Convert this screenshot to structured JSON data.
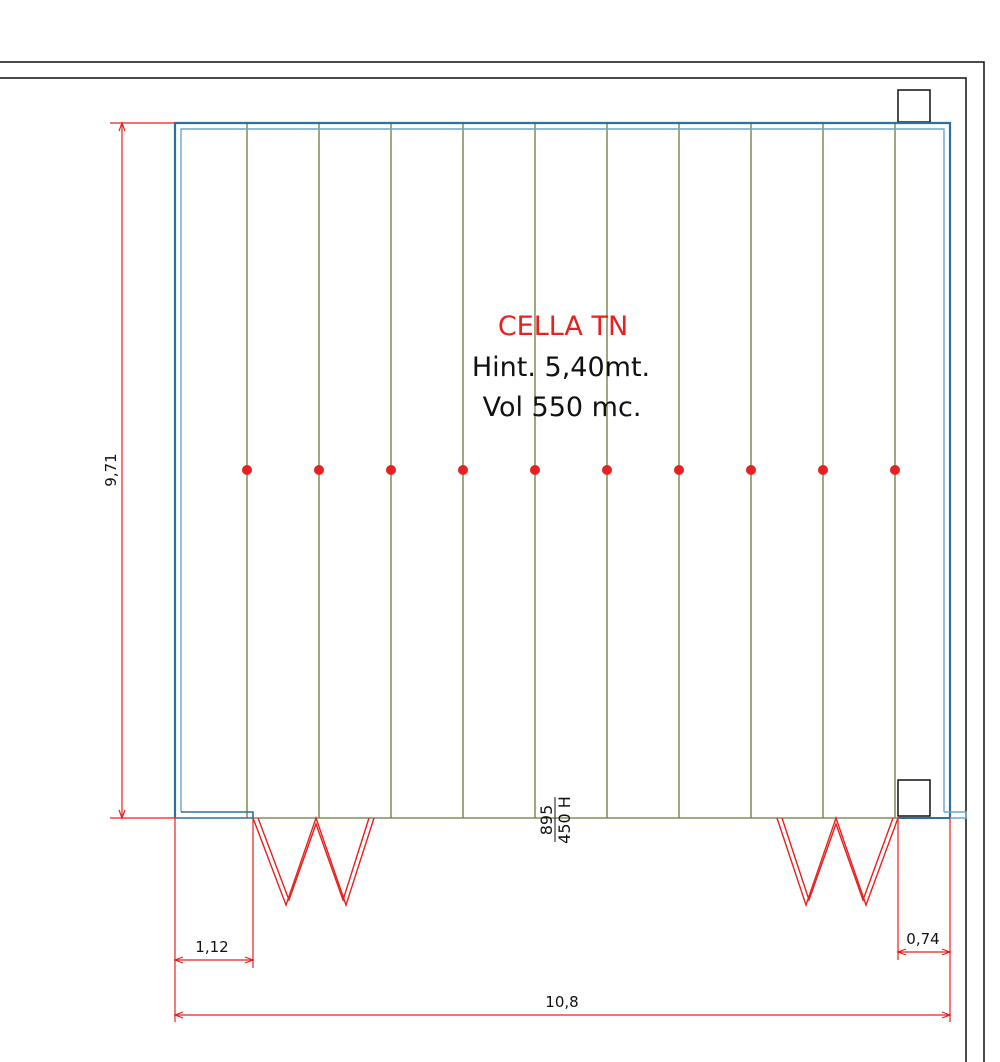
{
  "room": {
    "name": "CELLA TN",
    "height_label": "Hint. 5,40mt.",
    "volume_label": "Vol 550 mc."
  },
  "dimensions": {
    "depth": "9,71",
    "total_width": "10,8",
    "left_offset": "1,12",
    "right_offset": "0,74"
  },
  "door": {
    "width": "895",
    "height": "450 H"
  },
  "racking": {
    "upright_count": 10
  },
  "colors": {
    "wall": "#2f6f9f",
    "wall_inner": "#6aa6cf",
    "dimension": "#e8201e",
    "rack": "#6b7a3a",
    "column": "#e8201e",
    "frame": "#111111"
  }
}
